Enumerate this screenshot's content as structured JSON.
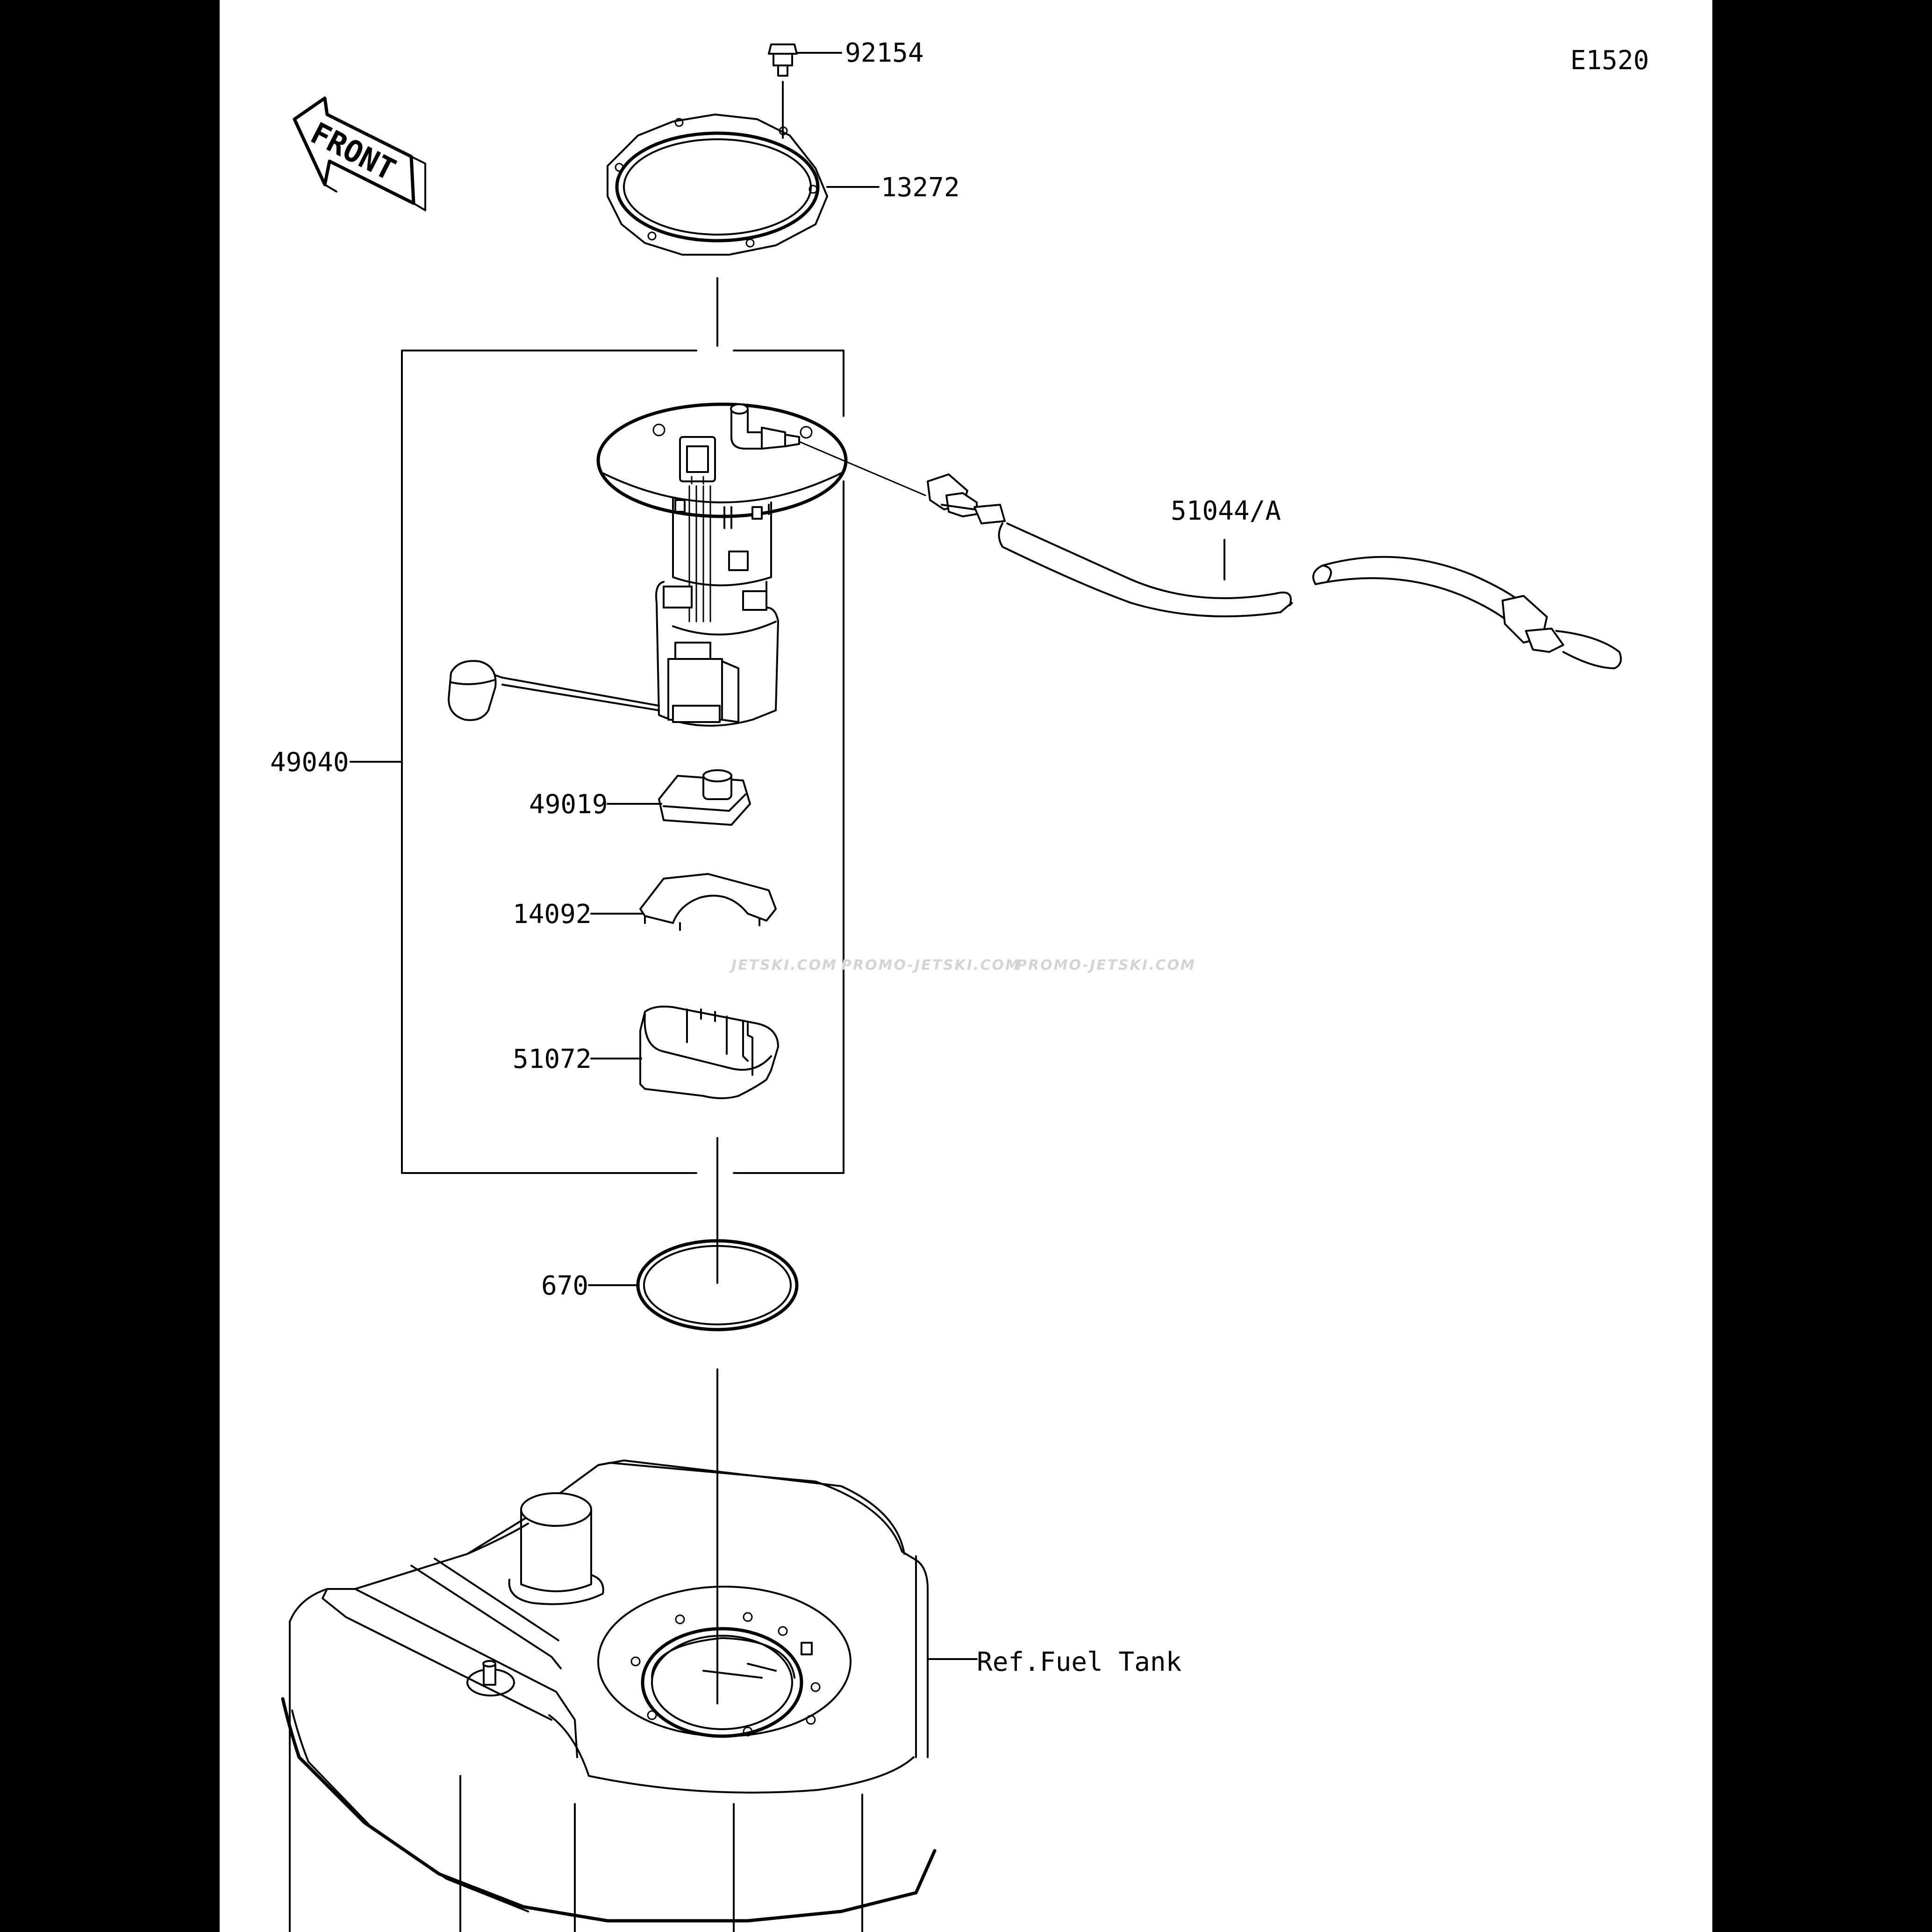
{
  "diagram_code": "E1520",
  "front_label": "FRONT",
  "parts": {
    "bolt": "92154",
    "gasket_plate": "13272",
    "pump_assembly": "49040",
    "hose": "51044/A",
    "sub_49019": "49019",
    "sub_14092": "14092",
    "sub_51072": "51072",
    "o_ring": "670"
  },
  "reference": "Ref.Fuel Tank",
  "watermark": [
    "JETSKI.COM",
    "PROMO-JETSKI.COM",
    "PROMO-JETSKI.COM"
  ]
}
